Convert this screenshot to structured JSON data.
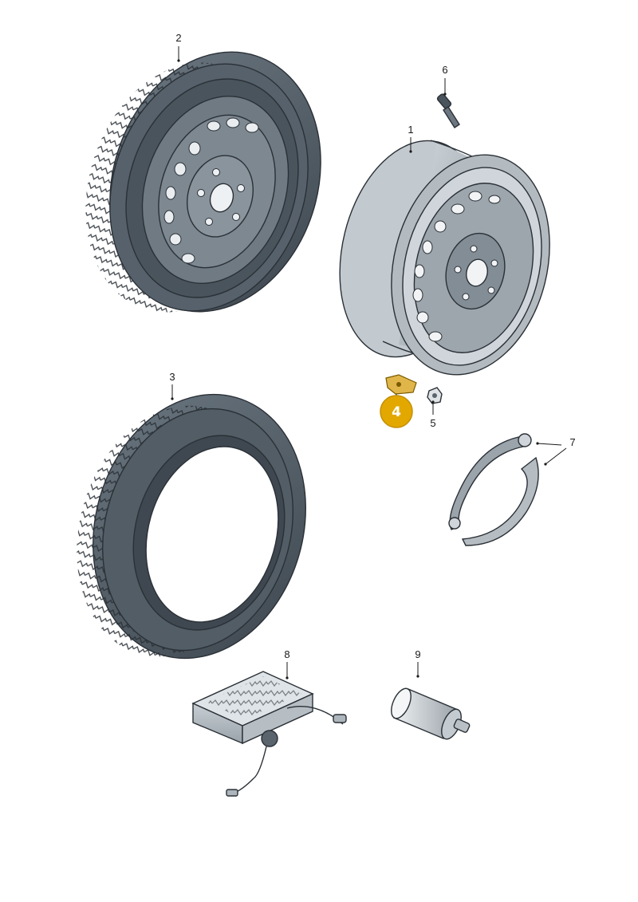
{
  "diagram": {
    "background": "#ffffff",
    "ink_color": "#2a3036",
    "tire_color": "#5a6570",
    "tire_dark": "#3c454d",
    "rim_color": "#aeb6bd",
    "rim_light": "#d3d9de",
    "highlight_color": "#e3a800",
    "callouts": [
      {
        "id": "callout-1",
        "text": "1"
      },
      {
        "id": "callout-2",
        "text": "2"
      },
      {
        "id": "callout-3",
        "text": "3"
      },
      {
        "id": "callout-4",
        "text": "4",
        "highlighted": true
      },
      {
        "id": "callout-5",
        "text": "5"
      },
      {
        "id": "callout-6",
        "text": "6"
      },
      {
        "id": "callout-7",
        "text": "7"
      },
      {
        "id": "callout-8",
        "text": "8"
      },
      {
        "id": "callout-9",
        "text": "9"
      }
    ]
  }
}
